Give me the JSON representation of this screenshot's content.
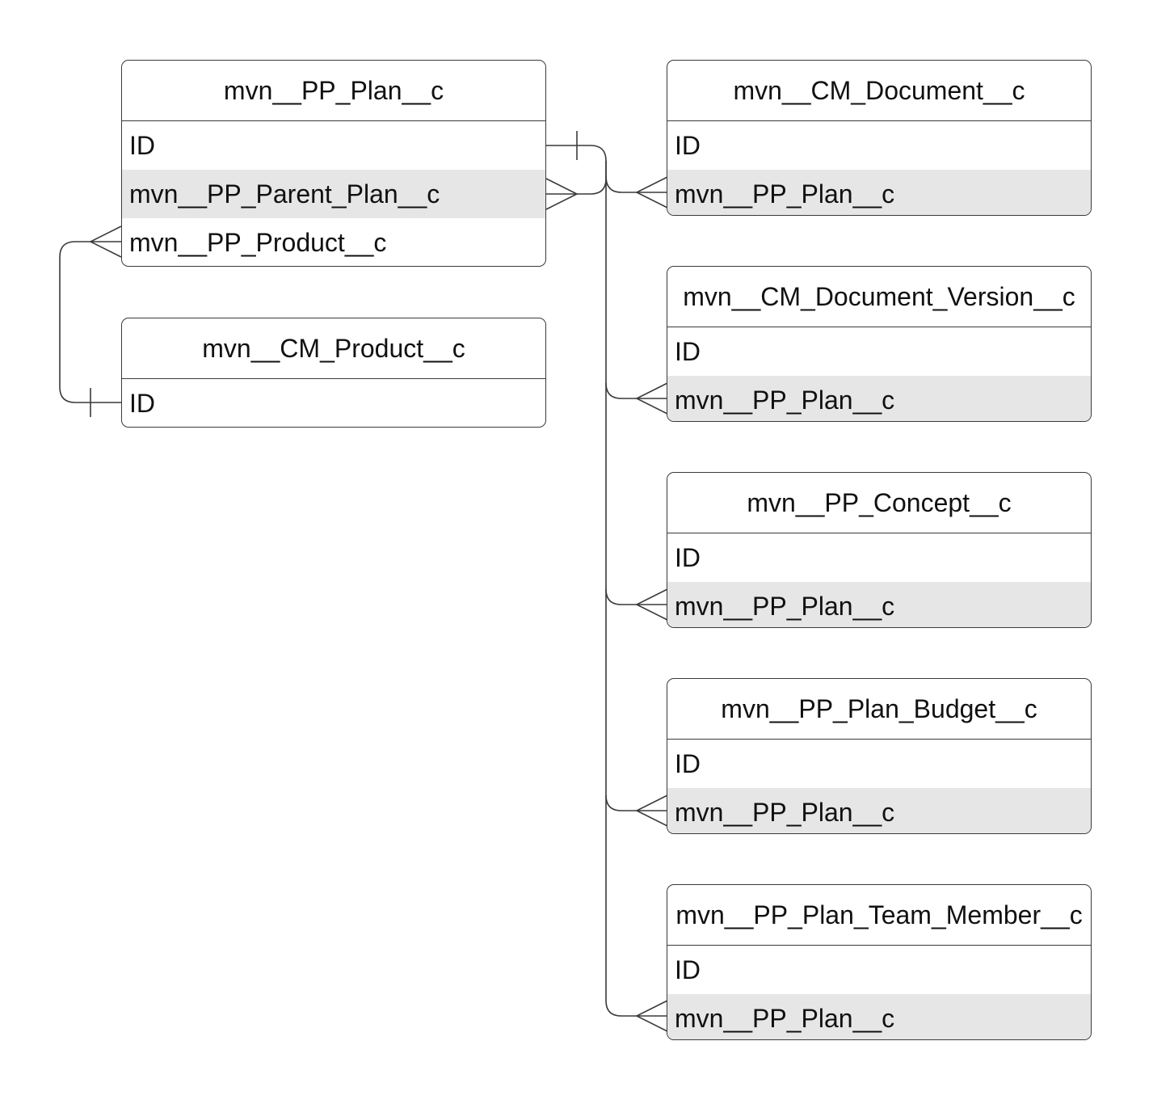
{
  "entities": {
    "pp_plan": {
      "title": "mvn__PP_Plan__c",
      "fields": [
        "ID",
        "mvn__PP_Parent_Plan__c",
        "mvn__PP_Product__c"
      ]
    },
    "cm_product": {
      "title": "mvn__CM_Product__c",
      "fields": [
        "ID"
      ]
    },
    "cm_document": {
      "title": "mvn__CM_Document__c",
      "fields": [
        "ID",
        "mvn__PP_Plan__c"
      ]
    },
    "cm_document_version": {
      "title": "mvn__CM_Document_Version__c",
      "fields": [
        "ID",
        "mvn__PP_Plan__c"
      ]
    },
    "pp_concept": {
      "title": "mvn__PP_Concept__c",
      "fields": [
        "ID",
        "mvn__PP_Plan__c"
      ]
    },
    "pp_plan_budget": {
      "title": "mvn__PP_Plan_Budget__c",
      "fields": [
        "ID",
        "mvn__PP_Plan__c"
      ]
    },
    "pp_plan_team_member": {
      "title": "mvn__PP_Plan_Team_Member__c",
      "fields": [
        "ID",
        "mvn__PP_Plan__c"
      ]
    }
  },
  "relationships": [
    {
      "from": "pp_plan.ID",
      "to": "pp_plan.mvn__PP_Parent_Plan__c",
      "from_card": "one",
      "to_card": "many"
    },
    {
      "from": "cm_product.ID",
      "to": "pp_plan.mvn__PP_Product__c",
      "from_card": "one",
      "to_card": "many"
    },
    {
      "from": "pp_plan.ID",
      "to": "cm_document.mvn__PP_Plan__c",
      "from_card": "one",
      "to_card": "many"
    },
    {
      "from": "pp_plan.ID",
      "to": "cm_document_version.mvn__PP_Plan__c",
      "from_card": "one",
      "to_card": "many"
    },
    {
      "from": "pp_plan.ID",
      "to": "pp_concept.mvn__PP_Plan__c",
      "from_card": "one",
      "to_card": "many"
    },
    {
      "from": "pp_plan.ID",
      "to": "pp_plan_budget.mvn__PP_Plan__c",
      "from_card": "one",
      "to_card": "many"
    },
    {
      "from": "pp_plan.ID",
      "to": "pp_plan_team_member.mvn__PP_Plan__c",
      "from_card": "one",
      "to_card": "many"
    }
  ],
  "colors": {
    "line": "#3a3a3a",
    "shaded_row": "#e6e6e6",
    "background": "#ffffff"
  }
}
